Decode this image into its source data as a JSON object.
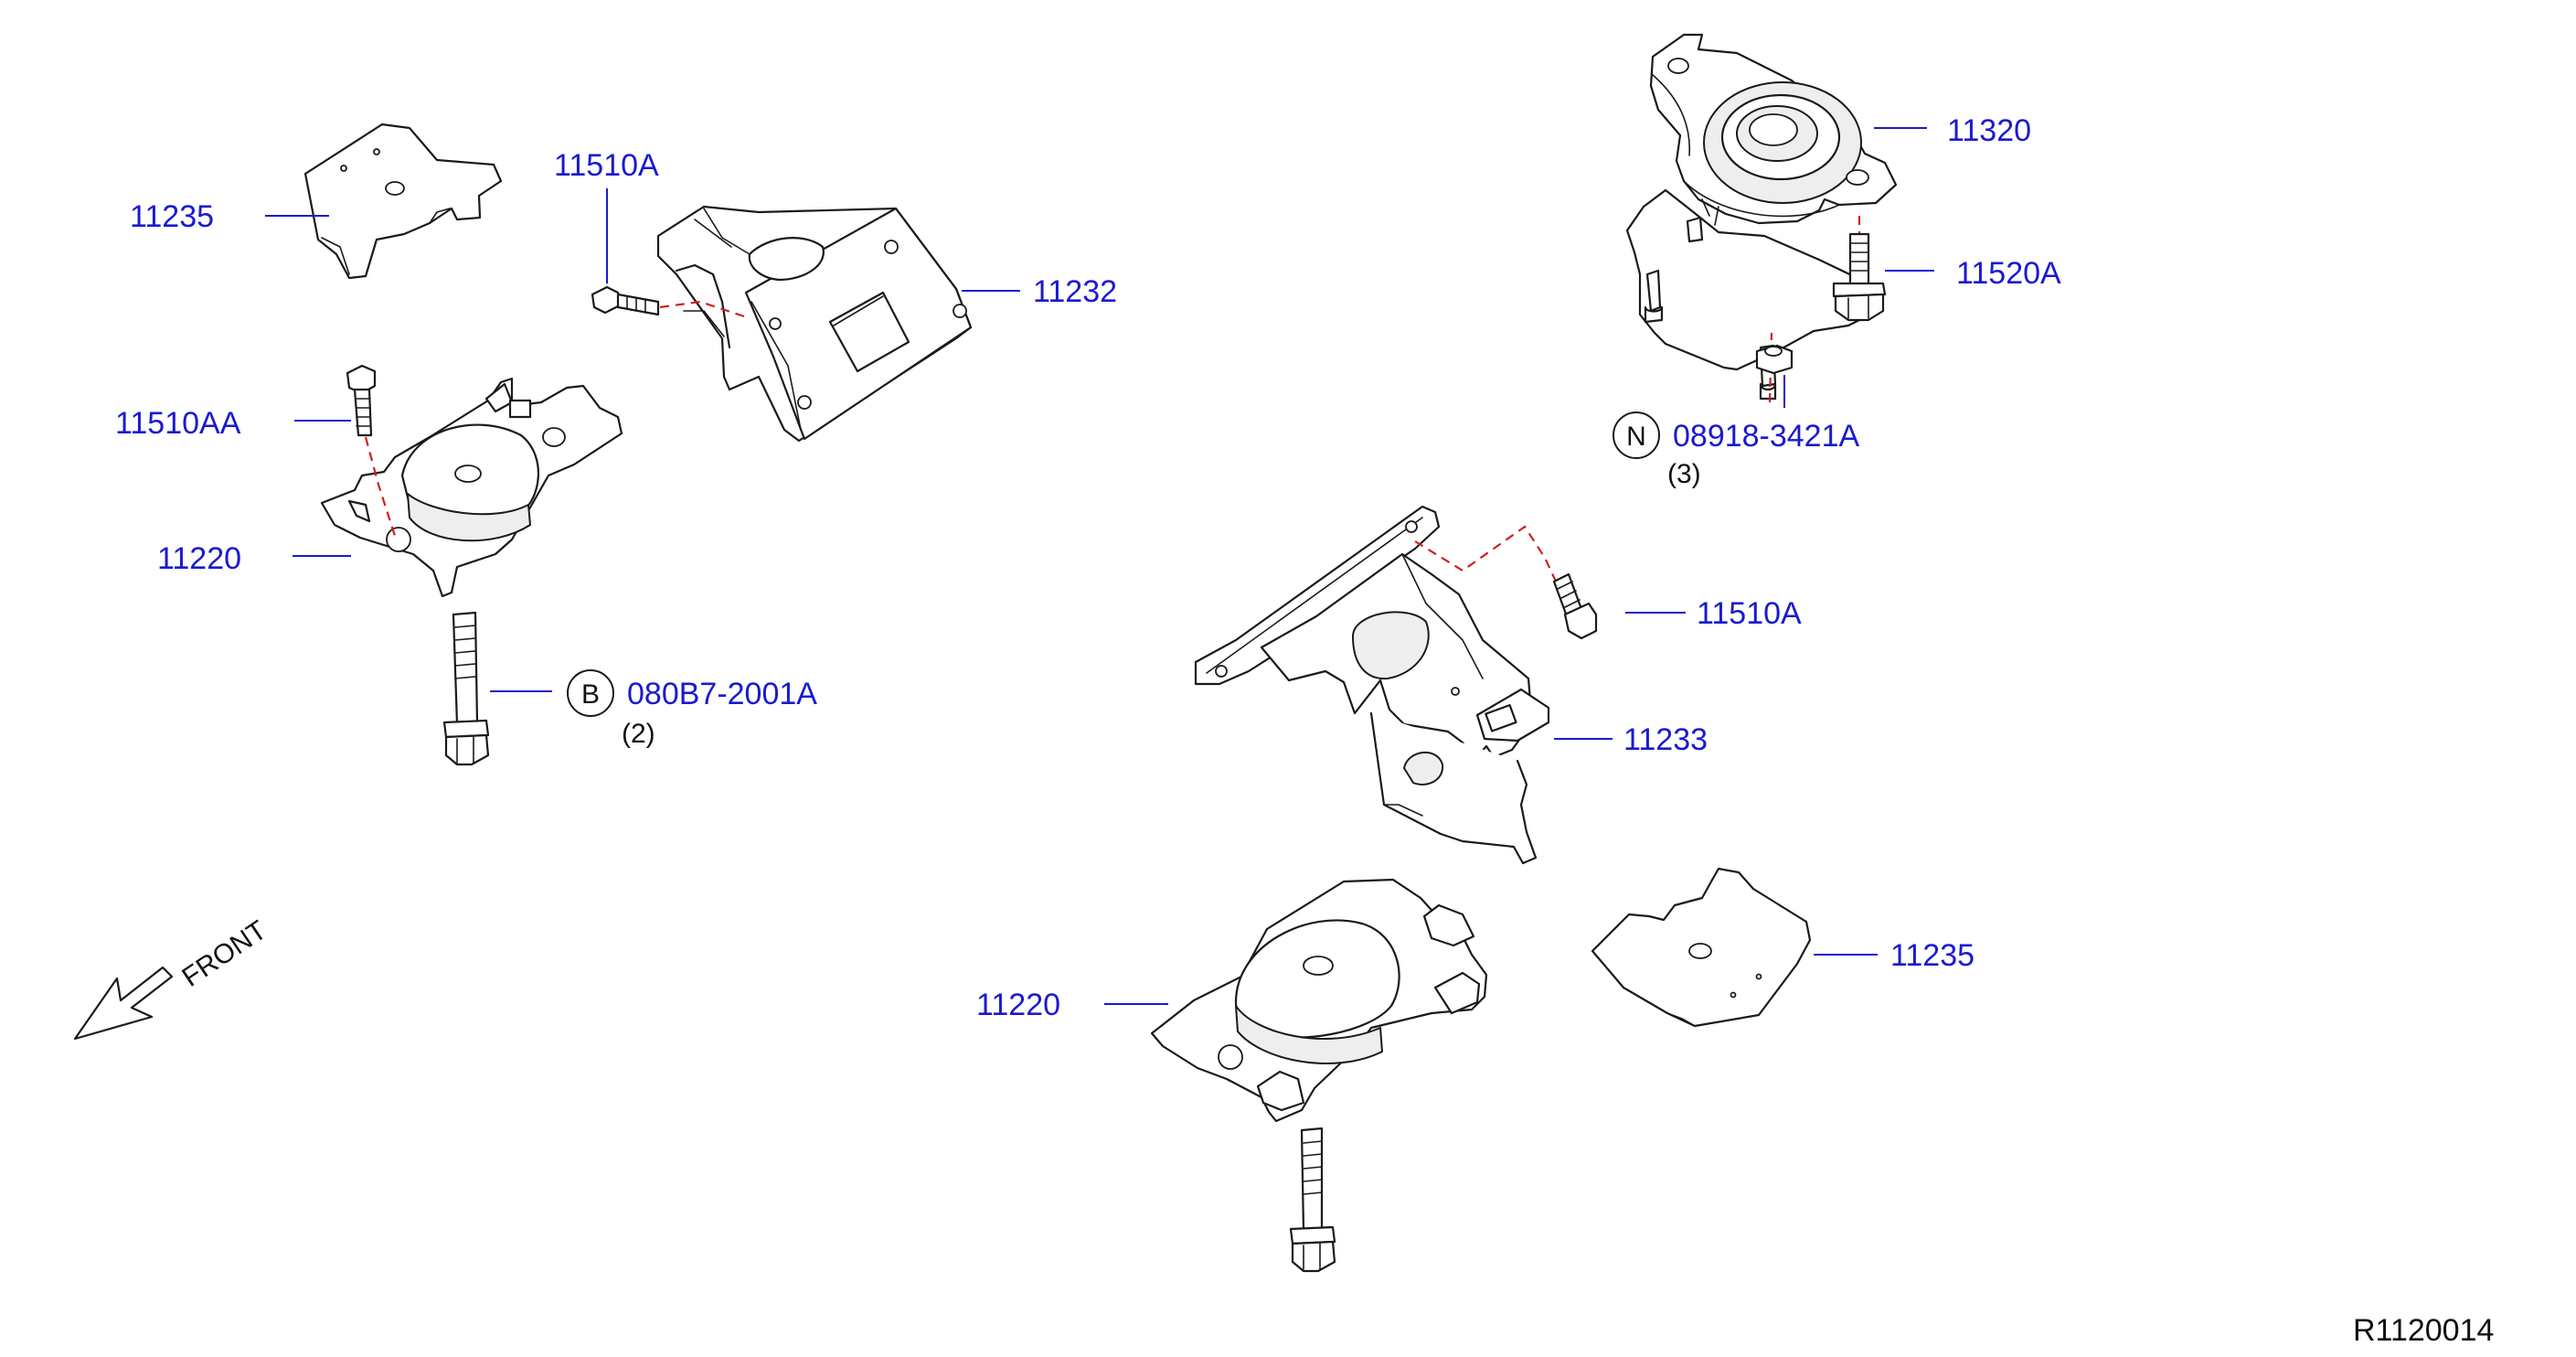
{
  "labels": {
    "p11235_top": "11235",
    "p11510a_top": "11510A",
    "p11232": "11232",
    "p11510aa": "11510AA",
    "p11220_left": "11220",
    "p080b7": "080B7-2001A",
    "p080b7_qty": "(2)",
    "p11320": "11320",
    "p11520a": "11520A",
    "p08918": "08918-3421A",
    "p08918_qty": "(3)",
    "p11510a_right": "11510A",
    "p11233": "11233",
    "p11235_right": "11235",
    "p11220_bottom": "11220"
  },
  "circle_codes": {
    "b": "B",
    "n": "N"
  },
  "front_label": "FRONT",
  "diagram_ref": "R1120014",
  "colors": {
    "part_number": "#1a1ad0",
    "line_art": "#1a1a1a",
    "dashed_guide": "#d02020"
  }
}
